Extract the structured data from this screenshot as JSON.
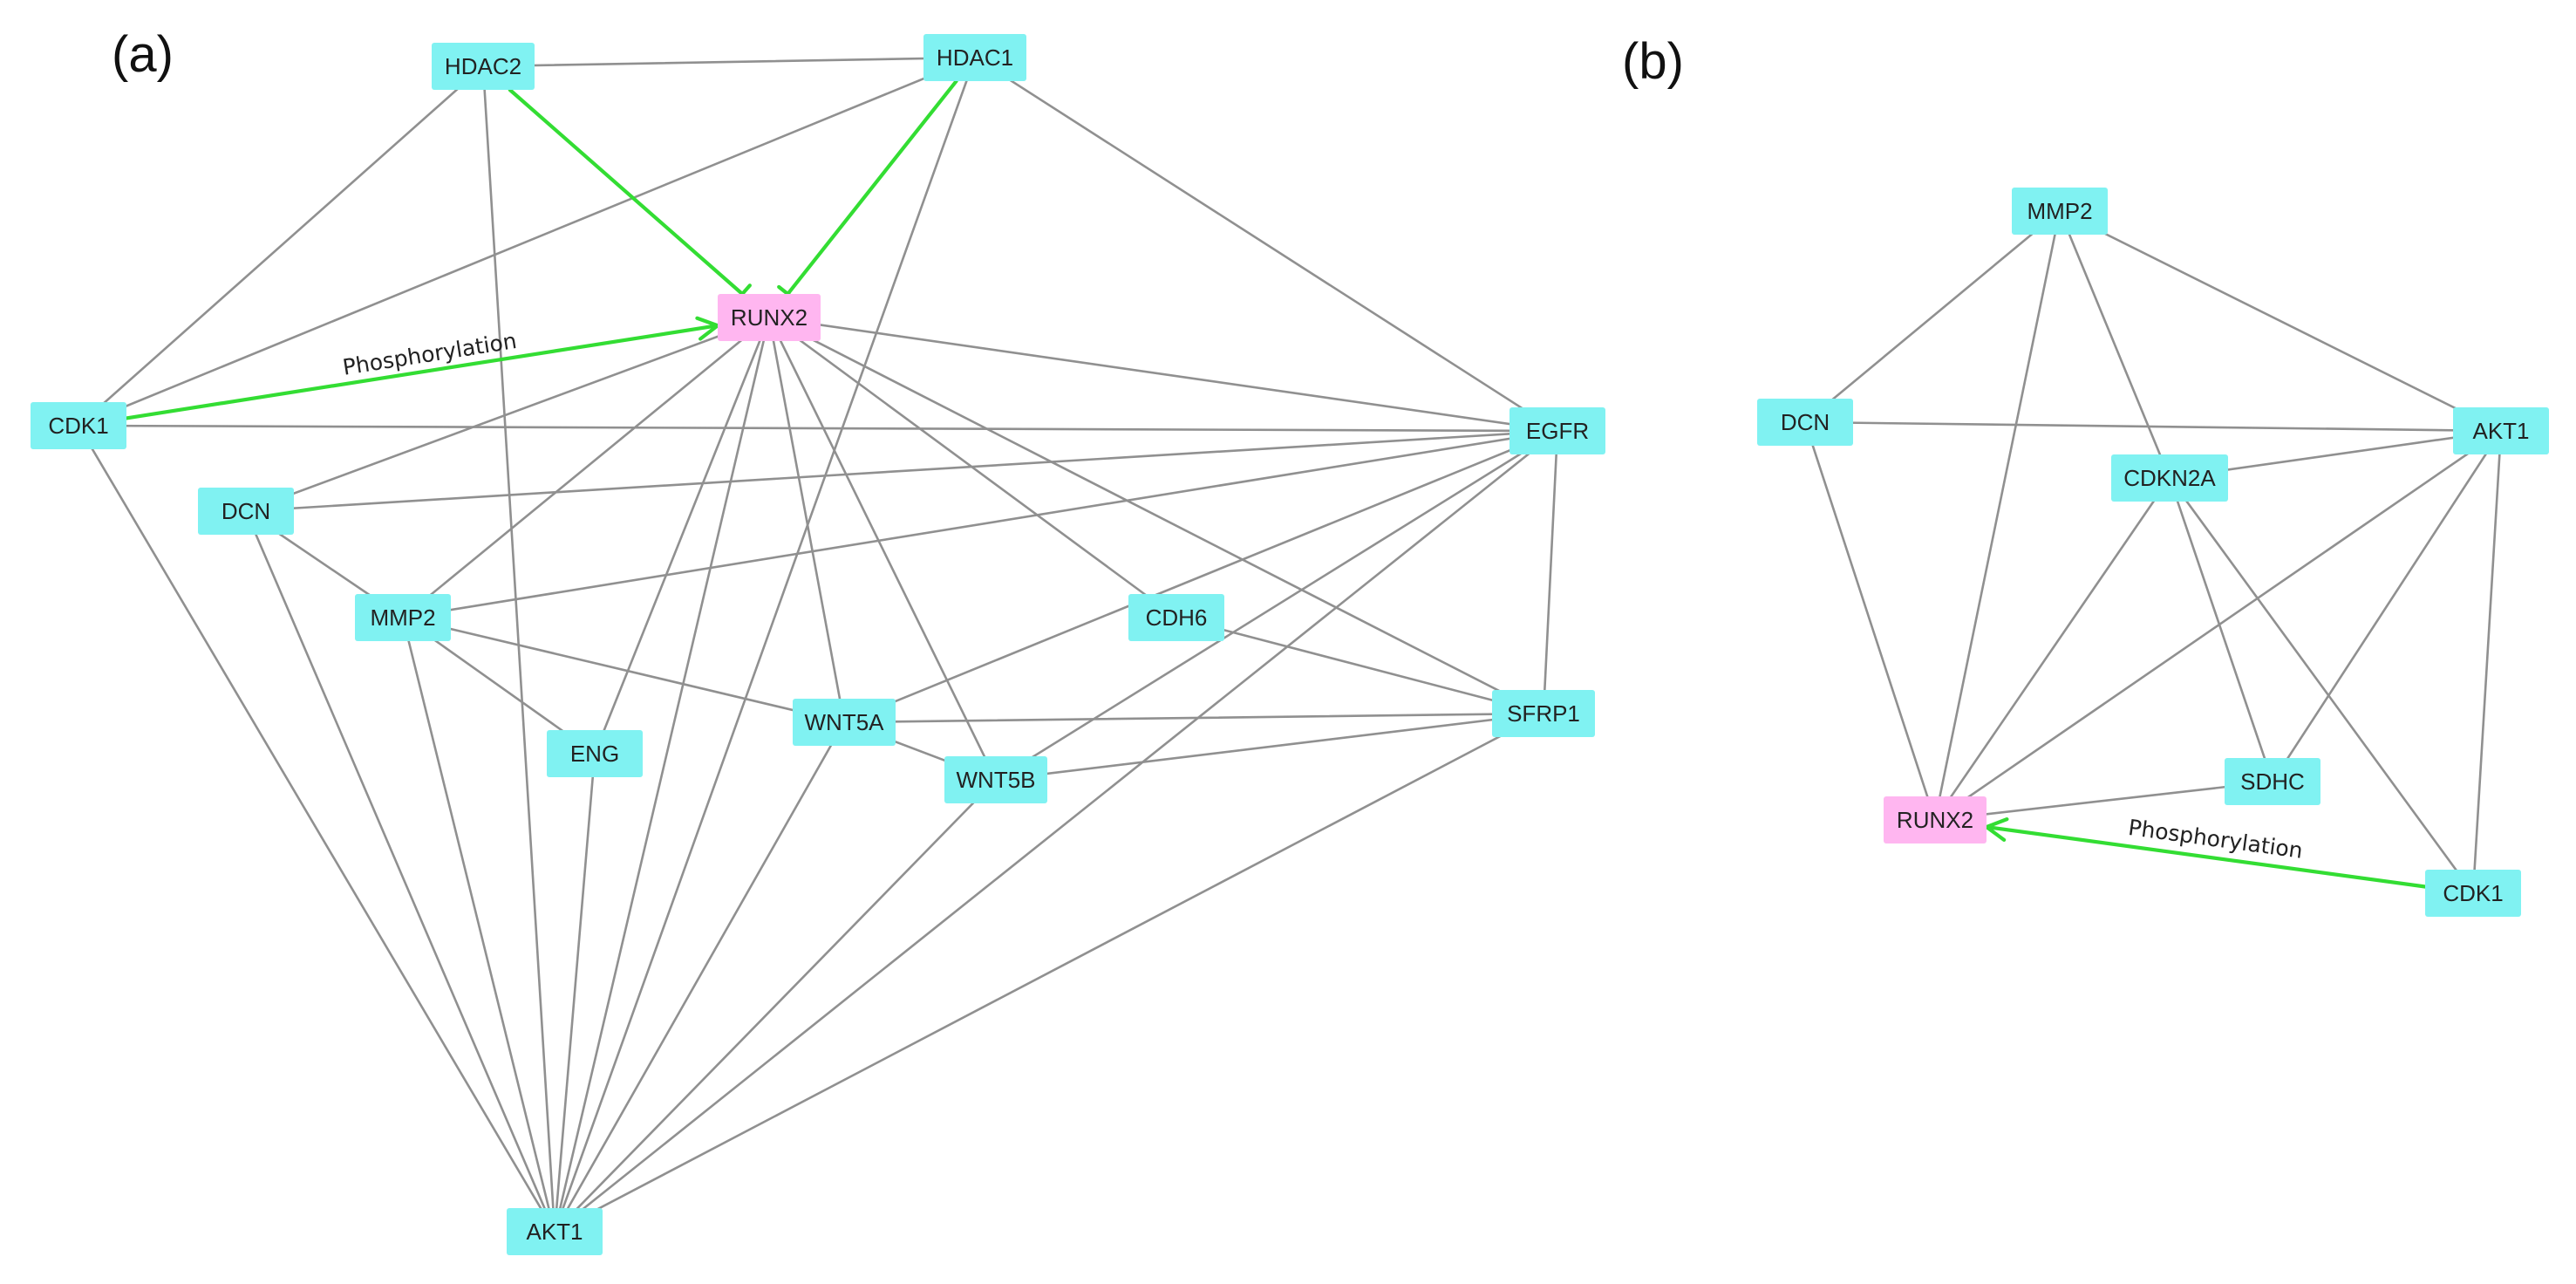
{
  "colors": {
    "node_default": "#80F2F2",
    "node_highlight": "#FFB6F0",
    "edge_plain": "#909090",
    "edge_regulatory": "#33DD33",
    "background": "#FFFFFF"
  },
  "panels": [
    {
      "label": "(a)",
      "nodes": [
        {
          "id": "HDAC2",
          "label": "HDAC2",
          "type": "default"
        },
        {
          "id": "HDAC1",
          "label": "HDAC1",
          "type": "default"
        },
        {
          "id": "RUNX2",
          "label": "RUNX2",
          "type": "highlight"
        },
        {
          "id": "CDK1",
          "label": "CDK1",
          "type": "default"
        },
        {
          "id": "EGFR",
          "label": "EGFR",
          "type": "default"
        },
        {
          "id": "DCN",
          "label": "DCN",
          "type": "default"
        },
        {
          "id": "MMP2",
          "label": "MMP2",
          "type": "default"
        },
        {
          "id": "CDH6",
          "label": "CDH6",
          "type": "default"
        },
        {
          "id": "SFRP1",
          "label": "SFRP1",
          "type": "default"
        },
        {
          "id": "WNT5A",
          "label": "WNT5A",
          "type": "default"
        },
        {
          "id": "ENG",
          "label": "ENG",
          "type": "default"
        },
        {
          "id": "WNT5B",
          "label": "WNT5B",
          "type": "default"
        },
        {
          "id": "AKT1",
          "label": "AKT1",
          "type": "default"
        }
      ],
      "edges": [
        {
          "source": "HDAC2",
          "target": "HDAC1",
          "kind": "plain"
        },
        {
          "source": "HDAC2",
          "target": "CDK1",
          "kind": "plain"
        },
        {
          "source": "HDAC2",
          "target": "AKT1",
          "kind": "plain"
        },
        {
          "source": "HDAC1",
          "target": "CDK1",
          "kind": "plain"
        },
        {
          "source": "HDAC1",
          "target": "EGFR",
          "kind": "plain"
        },
        {
          "source": "HDAC1",
          "target": "AKT1",
          "kind": "plain"
        },
        {
          "source": "HDAC2",
          "target": "RUNX2",
          "kind": "inhibition"
        },
        {
          "source": "HDAC1",
          "target": "RUNX2",
          "kind": "inhibition"
        },
        {
          "source": "CDK1",
          "target": "RUNX2",
          "kind": "activation",
          "label": "Phosphorylation"
        },
        {
          "source": "CDK1",
          "target": "EGFR",
          "kind": "plain"
        },
        {
          "source": "CDK1",
          "target": "AKT1",
          "kind": "plain"
        },
        {
          "source": "RUNX2",
          "target": "EGFR",
          "kind": "plain"
        },
        {
          "source": "RUNX2",
          "target": "DCN",
          "kind": "plain"
        },
        {
          "source": "RUNX2",
          "target": "MMP2",
          "kind": "plain"
        },
        {
          "source": "RUNX2",
          "target": "CDH6",
          "kind": "plain"
        },
        {
          "source": "RUNX2",
          "target": "SFRP1",
          "kind": "plain"
        },
        {
          "source": "RUNX2",
          "target": "WNT5A",
          "kind": "plain"
        },
        {
          "source": "RUNX2",
          "target": "WNT5B",
          "kind": "plain"
        },
        {
          "source": "RUNX2",
          "target": "ENG",
          "kind": "plain"
        },
        {
          "source": "RUNX2",
          "target": "AKT1",
          "kind": "plain"
        },
        {
          "source": "DCN",
          "target": "EGFR",
          "kind": "plain"
        },
        {
          "source": "DCN",
          "target": "MMP2",
          "kind": "plain"
        },
        {
          "source": "DCN",
          "target": "AKT1",
          "kind": "plain"
        },
        {
          "source": "MMP2",
          "target": "EGFR",
          "kind": "plain"
        },
        {
          "source": "MMP2",
          "target": "ENG",
          "kind": "plain"
        },
        {
          "source": "MMP2",
          "target": "WNT5A",
          "kind": "plain"
        },
        {
          "source": "MMP2",
          "target": "AKT1",
          "kind": "plain"
        },
        {
          "source": "ENG",
          "target": "AKT1",
          "kind": "plain"
        },
        {
          "source": "EGFR",
          "target": "WNT5A",
          "kind": "plain"
        },
        {
          "source": "EGFR",
          "target": "WNT5B",
          "kind": "plain"
        },
        {
          "source": "EGFR",
          "target": "SFRP1",
          "kind": "plain"
        },
        {
          "source": "EGFR",
          "target": "AKT1",
          "kind": "plain"
        },
        {
          "source": "CDH6",
          "target": "SFRP1",
          "kind": "plain"
        },
        {
          "source": "WNT5A",
          "target": "SFRP1",
          "kind": "plain"
        },
        {
          "source": "WNT5A",
          "target": "WNT5B",
          "kind": "plain"
        },
        {
          "source": "WNT5A",
          "target": "AKT1",
          "kind": "plain"
        },
        {
          "source": "WNT5B",
          "target": "SFRP1",
          "kind": "plain"
        },
        {
          "source": "WNT5B",
          "target": "AKT1",
          "kind": "plain"
        },
        {
          "source": "SFRP1",
          "target": "AKT1",
          "kind": "plain"
        }
      ]
    },
    {
      "label": "(b)",
      "nodes": [
        {
          "id": "MMP2",
          "label": "MMP2",
          "type": "default"
        },
        {
          "id": "DCN",
          "label": "DCN",
          "type": "default"
        },
        {
          "id": "AKT1",
          "label": "AKT1",
          "type": "default"
        },
        {
          "id": "CDKN2A",
          "label": "CDKN2A",
          "type": "default"
        },
        {
          "id": "SDHC",
          "label": "SDHC",
          "type": "default"
        },
        {
          "id": "RUNX2",
          "label": "RUNX2",
          "type": "highlight"
        },
        {
          "id": "CDK1",
          "label": "CDK1",
          "type": "default"
        }
      ],
      "edges": [
        {
          "source": "MMP2",
          "target": "DCN",
          "kind": "plain"
        },
        {
          "source": "MMP2",
          "target": "AKT1",
          "kind": "plain"
        },
        {
          "source": "MMP2",
          "target": "CDKN2A",
          "kind": "plain"
        },
        {
          "source": "MMP2",
          "target": "RUNX2",
          "kind": "plain"
        },
        {
          "source": "DCN",
          "target": "AKT1",
          "kind": "plain"
        },
        {
          "source": "DCN",
          "target": "RUNX2",
          "kind": "plain"
        },
        {
          "source": "CDKN2A",
          "target": "AKT1",
          "kind": "plain"
        },
        {
          "source": "CDKN2A",
          "target": "RUNX2",
          "kind": "plain"
        },
        {
          "source": "CDKN2A",
          "target": "SDHC",
          "kind": "plain"
        },
        {
          "source": "CDKN2A",
          "target": "CDK1",
          "kind": "plain"
        },
        {
          "source": "AKT1",
          "target": "RUNX2",
          "kind": "plain"
        },
        {
          "source": "AKT1",
          "target": "SDHC",
          "kind": "plain"
        },
        {
          "source": "AKT1",
          "target": "CDK1",
          "kind": "plain"
        },
        {
          "source": "SDHC",
          "target": "RUNX2",
          "kind": "plain"
        },
        {
          "source": "CDK1",
          "target": "RUNX2",
          "kind": "activation",
          "label": "Phosphorylation"
        }
      ]
    }
  ]
}
